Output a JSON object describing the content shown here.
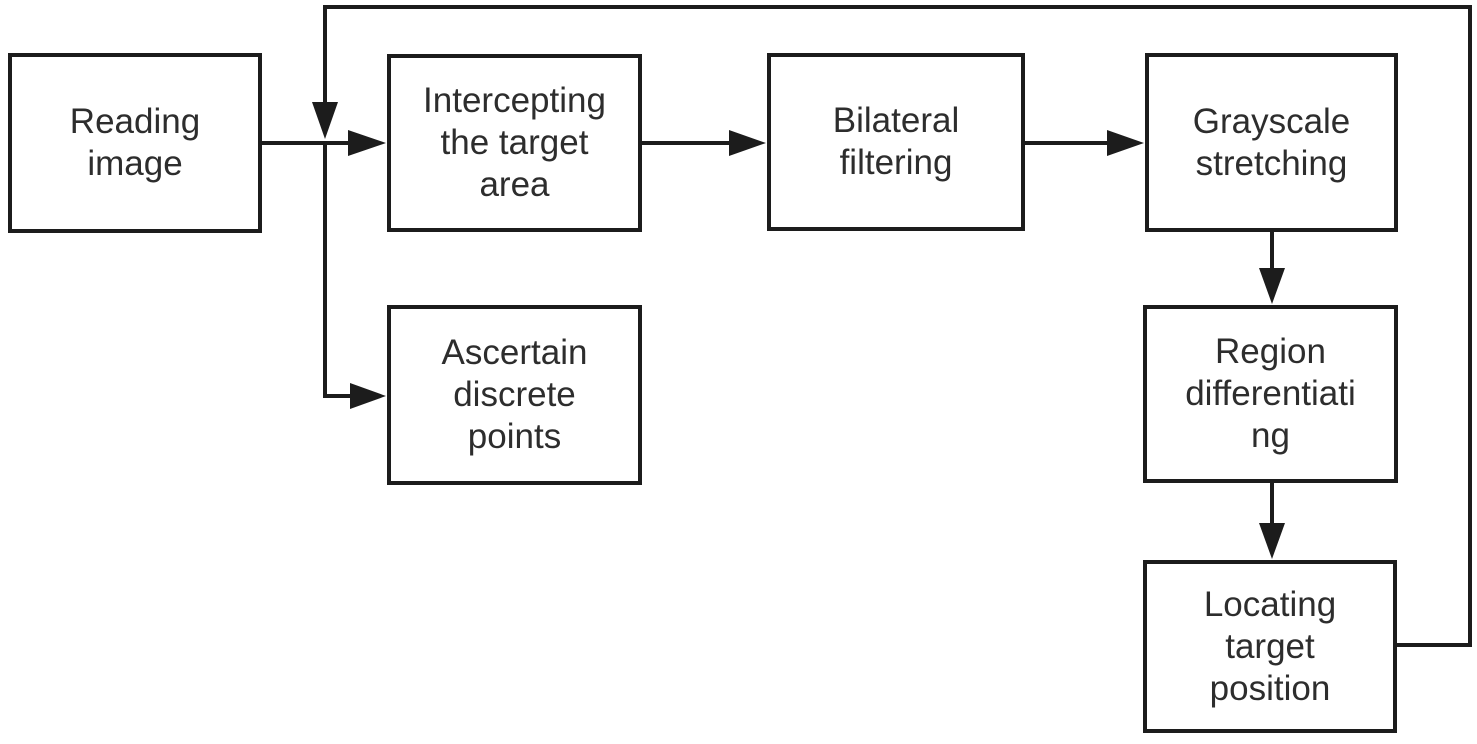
{
  "diagram": {
    "type": "flowchart",
    "description": "Image processing pipeline flowchart with feedback loop",
    "colors": {
      "line": "#1c1c1c",
      "text": "#2d2d2d",
      "background": "#ffffff"
    },
    "boxes": [
      {
        "id": "reading-image",
        "label": "Reading\nimage"
      },
      {
        "id": "intercepting-target-area",
        "label": "Intercepting\nthe target\narea"
      },
      {
        "id": "bilateral-filtering",
        "label": "Bilateral\nfiltering"
      },
      {
        "id": "grayscale-stretching",
        "label": "Grayscale\nstretching"
      },
      {
        "id": "ascertain-discrete-points",
        "label": "Ascertain\ndiscrete\npoints"
      },
      {
        "id": "region-differentiating",
        "label": "Region\ndifferentiati\nng"
      },
      {
        "id": "locating-target-position",
        "label": "Locating\ntarget\nposition"
      }
    ],
    "edges": [
      {
        "from": "reading-image",
        "to": "intercepting-target-area",
        "type": "normal"
      },
      {
        "from": "reading-image",
        "to": "ascertain-discrete-points",
        "type": "branch"
      },
      {
        "from": "intercepting-target-area",
        "to": "bilateral-filtering",
        "type": "normal"
      },
      {
        "from": "bilateral-filtering",
        "to": "grayscale-stretching",
        "type": "normal"
      },
      {
        "from": "grayscale-stretching",
        "to": "region-differentiating",
        "type": "normal"
      },
      {
        "from": "region-differentiating",
        "to": "locating-target-position",
        "type": "normal"
      },
      {
        "from": "locating-target-position",
        "to": "intercepting-target-area",
        "type": "feedback-loop"
      }
    ]
  }
}
